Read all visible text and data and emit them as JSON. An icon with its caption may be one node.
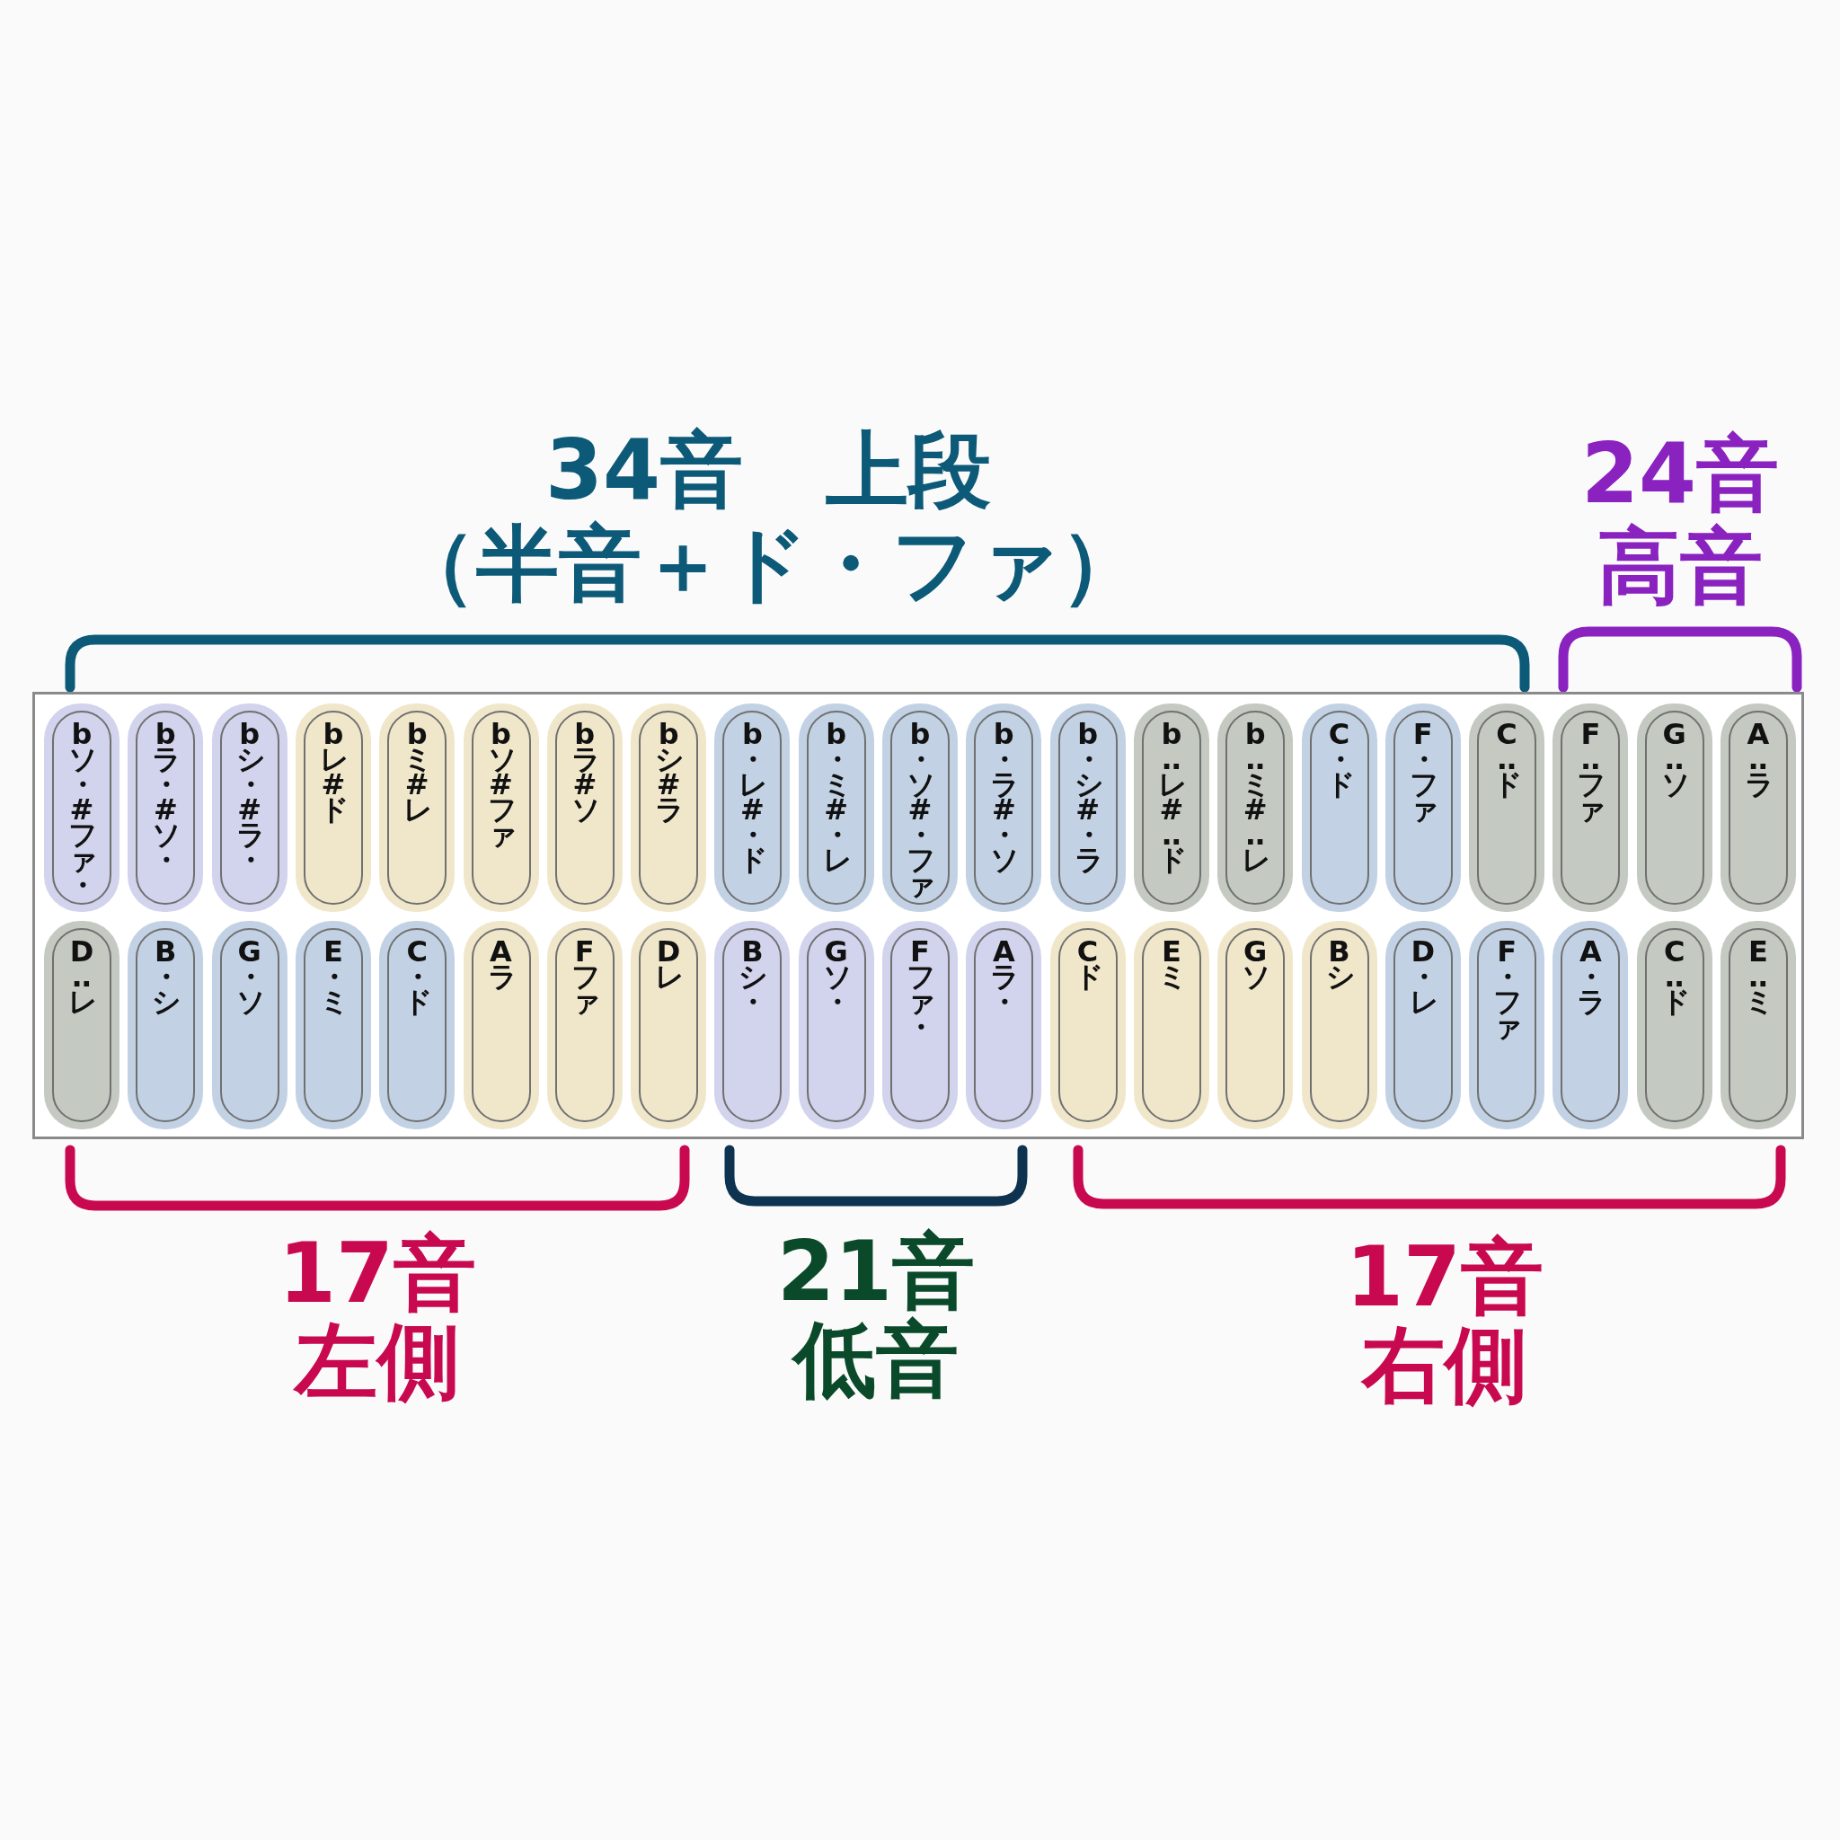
{
  "diagram": {
    "nodes": [
      {
        "text": [],
        "shape": "box"
      },
      {
        "text": [
          "bソ・#ファ・"
        ],
        "in": 0
      },
      {
        "text": [
          "bラ・#ソ・"
        ],
        "in": 0
      },
      {
        "text": [
          "bシ・#ラ・"
        ],
        "in": 0
      },
      {
        "text": [
          "bレ#ド"
        ],
        "in": 0
      },
      {
        "text": [
          "bミ#レ"
        ],
        "in": 0
      },
      {
        "text": [
          "bソ#ファ"
        ],
        "in": 0
      },
      {
        "text": [
          "bラ#ソ"
        ],
        "in": 0
      },
      {
        "text": [
          "bシ#ラ"
        ],
        "in": 0
      },
      {
        "text": [
          "b・レ#・ド"
        ],
        "in": 0
      },
      {
        "text": [
          "b・ミ#・レ"
        ],
        "in": 0
      },
      {
        "text": [
          "b・ソ#・ファ"
        ],
        "in": 0
      },
      {
        "text": [
          "b・ラ#・ソ"
        ],
        "in": 0
      },
      {
        "text": [
          "b・シ#・ラ"
        ],
        "in": 0
      },
      {
        "text": [
          "b‥レ#‥ド"
        ],
        "in": 0
      },
      {
        "text": [
          "b‥ミ#‥レ"
        ],
        "in": 0
      },
      {
        "text": [
          "C・ド"
        ],
        "in": 0
      },
      {
        "text": [
          "F・ファ"
        ],
        "in": 0
      },
      {
        "text": [
          "C‥ド"
        ],
        "in": 0
      },
      {
        "text": [
          "F‥ファ"
        ],
        "in": 0
      },
      {
        "text": [
          "G‥ソ"
        ],
        "in": 0
      },
      {
        "text": [
          "A‥ラ"
        ],
        "in": 0
      },
      {
        "text": [
          "D‥レ"
        ],
        "in": 0
      },
      {
        "text": [
          "B・シ"
        ],
        "in": 0
      },
      {
        "text": [
          "G・ソ"
        ],
        "in": 0
      },
      {
        "text": [
          "E・ミ"
        ],
        "in": 0
      },
      {
        "text": [
          "C・ド"
        ],
        "in": 0
      },
      {
        "text": [
          "Aラ"
        ],
        "in": 0
      },
      {
        "text": [
          "Fファ"
        ],
        "in": 0
      },
      {
        "text": [
          "Dレ"
        ],
        "in": 0
      },
      {
        "text": [
          "Bシ・"
        ],
        "in": 0
      },
      {
        "text": [
          "Gソ・"
        ],
        "in": 0
      },
      {
        "text": [
          "Fファ・"
        ],
        "in": 0
      },
      {
        "text": [
          "Aラ・"
        ],
        "in": 0
      },
      {
        "text": [
          "Cド"
        ],
        "in": 0
      },
      {
        "text": [
          "Eミ"
        ],
        "in": 0
      },
      {
        "text": [
          "Gソ"
        ],
        "in": 0
      },
      {
        "text": [
          "Bシ"
        ],
        "in": 0
      },
      {
        "text": [
          "D・レ"
        ],
        "in": 0
      },
      {
        "text": [
          "F・ファ"
        ],
        "in": 0
      },
      {
        "text": [
          "A・ラ"
        ],
        "in": 0
      },
      {
        "text": [
          "C‥ド"
        ],
        "in": 0
      },
      {
        "text": [
          "E‥ミ"
        ],
        "in": 0
      }
    ],
    "labels": [
      "34音　上段",
      "（半音＋ド・ファ）",
      "24音",
      "高音",
      "17音",
      "左側",
      "21音",
      "低音",
      "17音",
      "右側"
    ]
  }
}
